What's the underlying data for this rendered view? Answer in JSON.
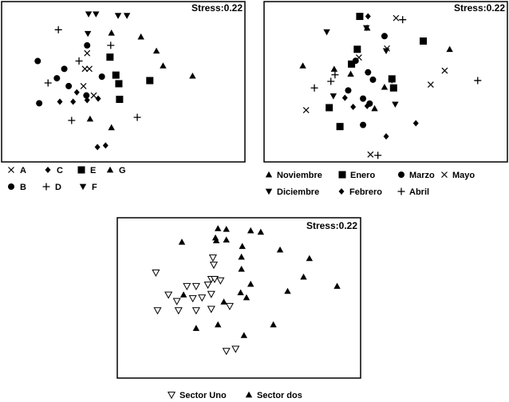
{
  "chart_data": [
    {
      "type": "scatter",
      "stress_label": "Stress:0.22",
      "xlim": [
        0,
        330
      ],
      "ylim": [
        0,
        205
      ],
      "legend": [
        {
          "label": "A",
          "marker": "x"
        },
        {
          "label": "B",
          "marker": "circle"
        },
        {
          "label": "C",
          "marker": "diamond"
        },
        {
          "label": "D",
          "marker": "plus"
        },
        {
          "label": "E",
          "marker": "square"
        },
        {
          "label": "F",
          "marker": "triangle-down"
        },
        {
          "label": "G",
          "marker": "triangle-up"
        }
      ],
      "series": [
        {
          "name": "A",
          "marker": "x",
          "points": [
            [
              116,
              66
            ],
            [
              113,
              86
            ],
            [
              119,
              86
            ],
            [
              111,
              108
            ],
            [
              125,
              120
            ]
          ]
        },
        {
          "name": "B",
          "marker": "circle",
          "points": [
            [
              116,
              56
            ],
            [
              49,
              76
            ],
            [
              85,
              86
            ],
            [
              75,
              98
            ],
            [
              91,
              108
            ],
            [
              51,
              130
            ],
            [
              115,
              120
            ],
            [
              136,
              96
            ]
          ]
        },
        {
          "name": "C",
          "marker": "diamond",
          "points": [
            [
              79,
              128
            ],
            [
              97,
              128
            ],
            [
              116,
              126
            ],
            [
              131,
              124
            ],
            [
              102,
              116
            ],
            [
              130,
              186
            ],
            [
              141,
              184
            ]
          ]
        },
        {
          "name": "D",
          "marker": "plus",
          "points": [
            [
              77,
              36
            ],
            [
              148,
              56
            ],
            [
              105,
              76
            ],
            [
              63,
              104
            ],
            [
              95,
              152
            ],
            [
              184,
              148
            ]
          ]
        },
        {
          "name": "E",
          "marker": "square",
          "points": [
            [
              147,
              71
            ],
            [
              155,
              94
            ],
            [
              159,
              105
            ],
            [
              201,
              101
            ],
            [
              160,
              125
            ]
          ]
        },
        {
          "name": "F",
          "marker": "triangle-down",
          "points": [
            [
              118,
              16
            ],
            [
              128,
              16
            ],
            [
              158,
              18
            ],
            [
              170,
              18
            ],
            [
              117,
              41
            ]
          ]
        },
        {
          "name": "G",
          "marker": "triangle-up",
          "points": [
            [
              189,
              45
            ],
            [
              149,
              40
            ],
            [
              210,
              63
            ],
            [
              219,
              82
            ],
            [
              259,
              95
            ],
            [
              120,
              150
            ],
            [
              149,
              161
            ]
          ]
        }
      ]
    },
    {
      "type": "scatter",
      "stress_label": "Stress:0.22",
      "xlim": [
        0,
        295
      ],
      "ylim": [
        0,
        195
      ],
      "legend": [
        {
          "label": "Noviembre",
          "marker": "triangle-up"
        },
        {
          "label": "Diciembre",
          "marker": "triangle-down"
        },
        {
          "label": "Enero",
          "marker": "square"
        },
        {
          "label": "Febrero",
          "marker": "diamond"
        },
        {
          "label": "Marzo",
          "marker": "circle"
        },
        {
          "label": "Abril",
          "marker": "plus"
        },
        {
          "label": "Mayo",
          "marker": "x"
        }
      ],
      "series": [
        {
          "name": "Noviembre",
          "marker": "triangle-up",
          "points": [
            [
              125,
              32
            ],
            [
              225,
              58
            ],
            [
              47,
              78
            ],
            [
              85,
              82
            ],
            [
              105,
              88
            ],
            [
              146,
              104
            ],
            [
              134,
              130
            ]
          ]
        },
        {
          "name": "Diciembre",
          "marker": "triangle-down",
          "points": [
            [
              124,
              32
            ],
            [
              76,
              37
            ],
            [
              148,
              60
            ],
            [
              84,
              115
            ],
            [
              159,
              125
            ]
          ]
        },
        {
          "name": "Enero",
          "marker": "square",
          "points": [
            [
              116,
              18
            ],
            [
              193,
              48
            ],
            [
              113,
              58
            ],
            [
              106,
              76
            ],
            [
              155,
              94
            ],
            [
              157,
              105
            ],
            [
              79,
              129
            ],
            [
              92,
              152
            ]
          ]
        },
        {
          "name": "Febrero",
          "marker": "diamond",
          "points": [
            [
              126,
              18
            ],
            [
              98,
              117
            ],
            [
              108,
              128
            ],
            [
              125,
              127
            ],
            [
              184,
              148
            ],
            [
              148,
              164
            ]
          ]
        },
        {
          "name": "Marzo",
          "marker": "circle",
          "points": [
            [
              146,
              42
            ],
            [
              111,
              72
            ],
            [
              126,
              86
            ],
            [
              132,
              95
            ],
            [
              102,
              108
            ],
            [
              120,
              118
            ],
            [
              128,
              124
            ],
            [
              120,
              150
            ]
          ]
        },
        {
          "name": "Abril",
          "marker": "plus",
          "points": [
            [
              168,
              22
            ],
            [
              86,
              89
            ],
            [
              81,
              97
            ],
            [
              61,
              105
            ],
            [
              155,
              95
            ],
            [
              259,
              96
            ],
            [
              138,
              187
            ]
          ]
        },
        {
          "name": "Mayo",
          "marker": "x",
          "points": [
            [
              160,
              20
            ],
            [
              149,
              57
            ],
            [
              115,
              68
            ],
            [
              219,
              84
            ],
            [
              202,
              101
            ],
            [
              51,
              132
            ],
            [
              129,
              186
            ]
          ]
        }
      ]
    },
    {
      "type": "scatter",
      "stress_label": "Stress:0.22",
      "xlim": [
        0,
        290
      ],
      "ylim": [
        0,
        225
      ],
      "legend": [
        {
          "label": "Sector Uno",
          "marker": "triangle-down-open"
        },
        {
          "label": "Sector dos",
          "marker": "triangle-up"
        }
      ],
      "series": [
        {
          "name": "Sector Uno",
          "marker": "triangle-down-open",
          "points": [
            [
              114,
              56
            ],
            [
              115,
              66
            ],
            [
              46,
              77
            ],
            [
              112,
              86
            ],
            [
              116,
              86
            ],
            [
              123,
              88
            ],
            [
              108,
              94
            ],
            [
              83,
              96
            ],
            [
              94,
              96
            ],
            [
              61,
              108
            ],
            [
              90,
              113
            ],
            [
              101,
              112
            ],
            [
              112,
              107
            ],
            [
              71,
              117
            ],
            [
              48,
              130
            ],
            [
              73,
              130
            ],
            [
              94,
              130
            ],
            [
              112,
              128
            ],
            [
              134,
              124
            ],
            [
              130,
              187
            ],
            [
              141,
              184
            ]
          ]
        },
        {
          "name": "Sector dos",
          "marker": "triangle-up",
          "points": [
            [
              120,
              15
            ],
            [
              130,
              16
            ],
            [
              159,
              18
            ],
            [
              171,
              20
            ],
            [
              77,
              34
            ],
            [
              117,
              28
            ],
            [
              118,
              32
            ],
            [
              130,
              31
            ],
            [
              149,
              40
            ],
            [
              194,
              45
            ],
            [
              148,
              55
            ],
            [
              229,
              57
            ],
            [
              222,
              83
            ],
            [
              148,
              72
            ],
            [
              262,
              96
            ],
            [
              203,
              103
            ],
            [
              159,
              93
            ],
            [
              147,
              105
            ],
            [
              79,
              108
            ],
            [
              154,
              112
            ],
            [
              127,
              118
            ],
            [
              94,
              155
            ],
            [
              120,
              150
            ],
            [
              186,
              150
            ],
            [
              151,
              165
            ]
          ]
        }
      ]
    }
  ]
}
